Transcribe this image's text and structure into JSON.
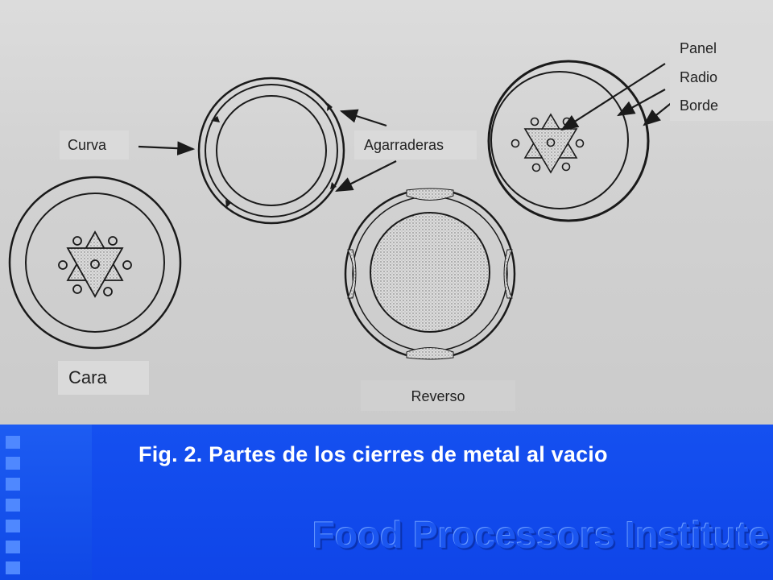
{
  "figure": {
    "labels": {
      "panel": "Panel",
      "radio": "Radio",
      "borde": "Borde",
      "curva": "Curva",
      "agarraderas": "Agarraderas",
      "cara": "Cara",
      "reverso": "Reverso"
    }
  },
  "banner": {
    "caption": "Fig. 2.  Partes de los cierres de metal al vacio",
    "brand": "Food Processors Institute"
  },
  "colors": {
    "banner_blue": "#1249e6",
    "photo_gray": "#d4d4d4",
    "line_dark": "#1a1a1a"
  }
}
